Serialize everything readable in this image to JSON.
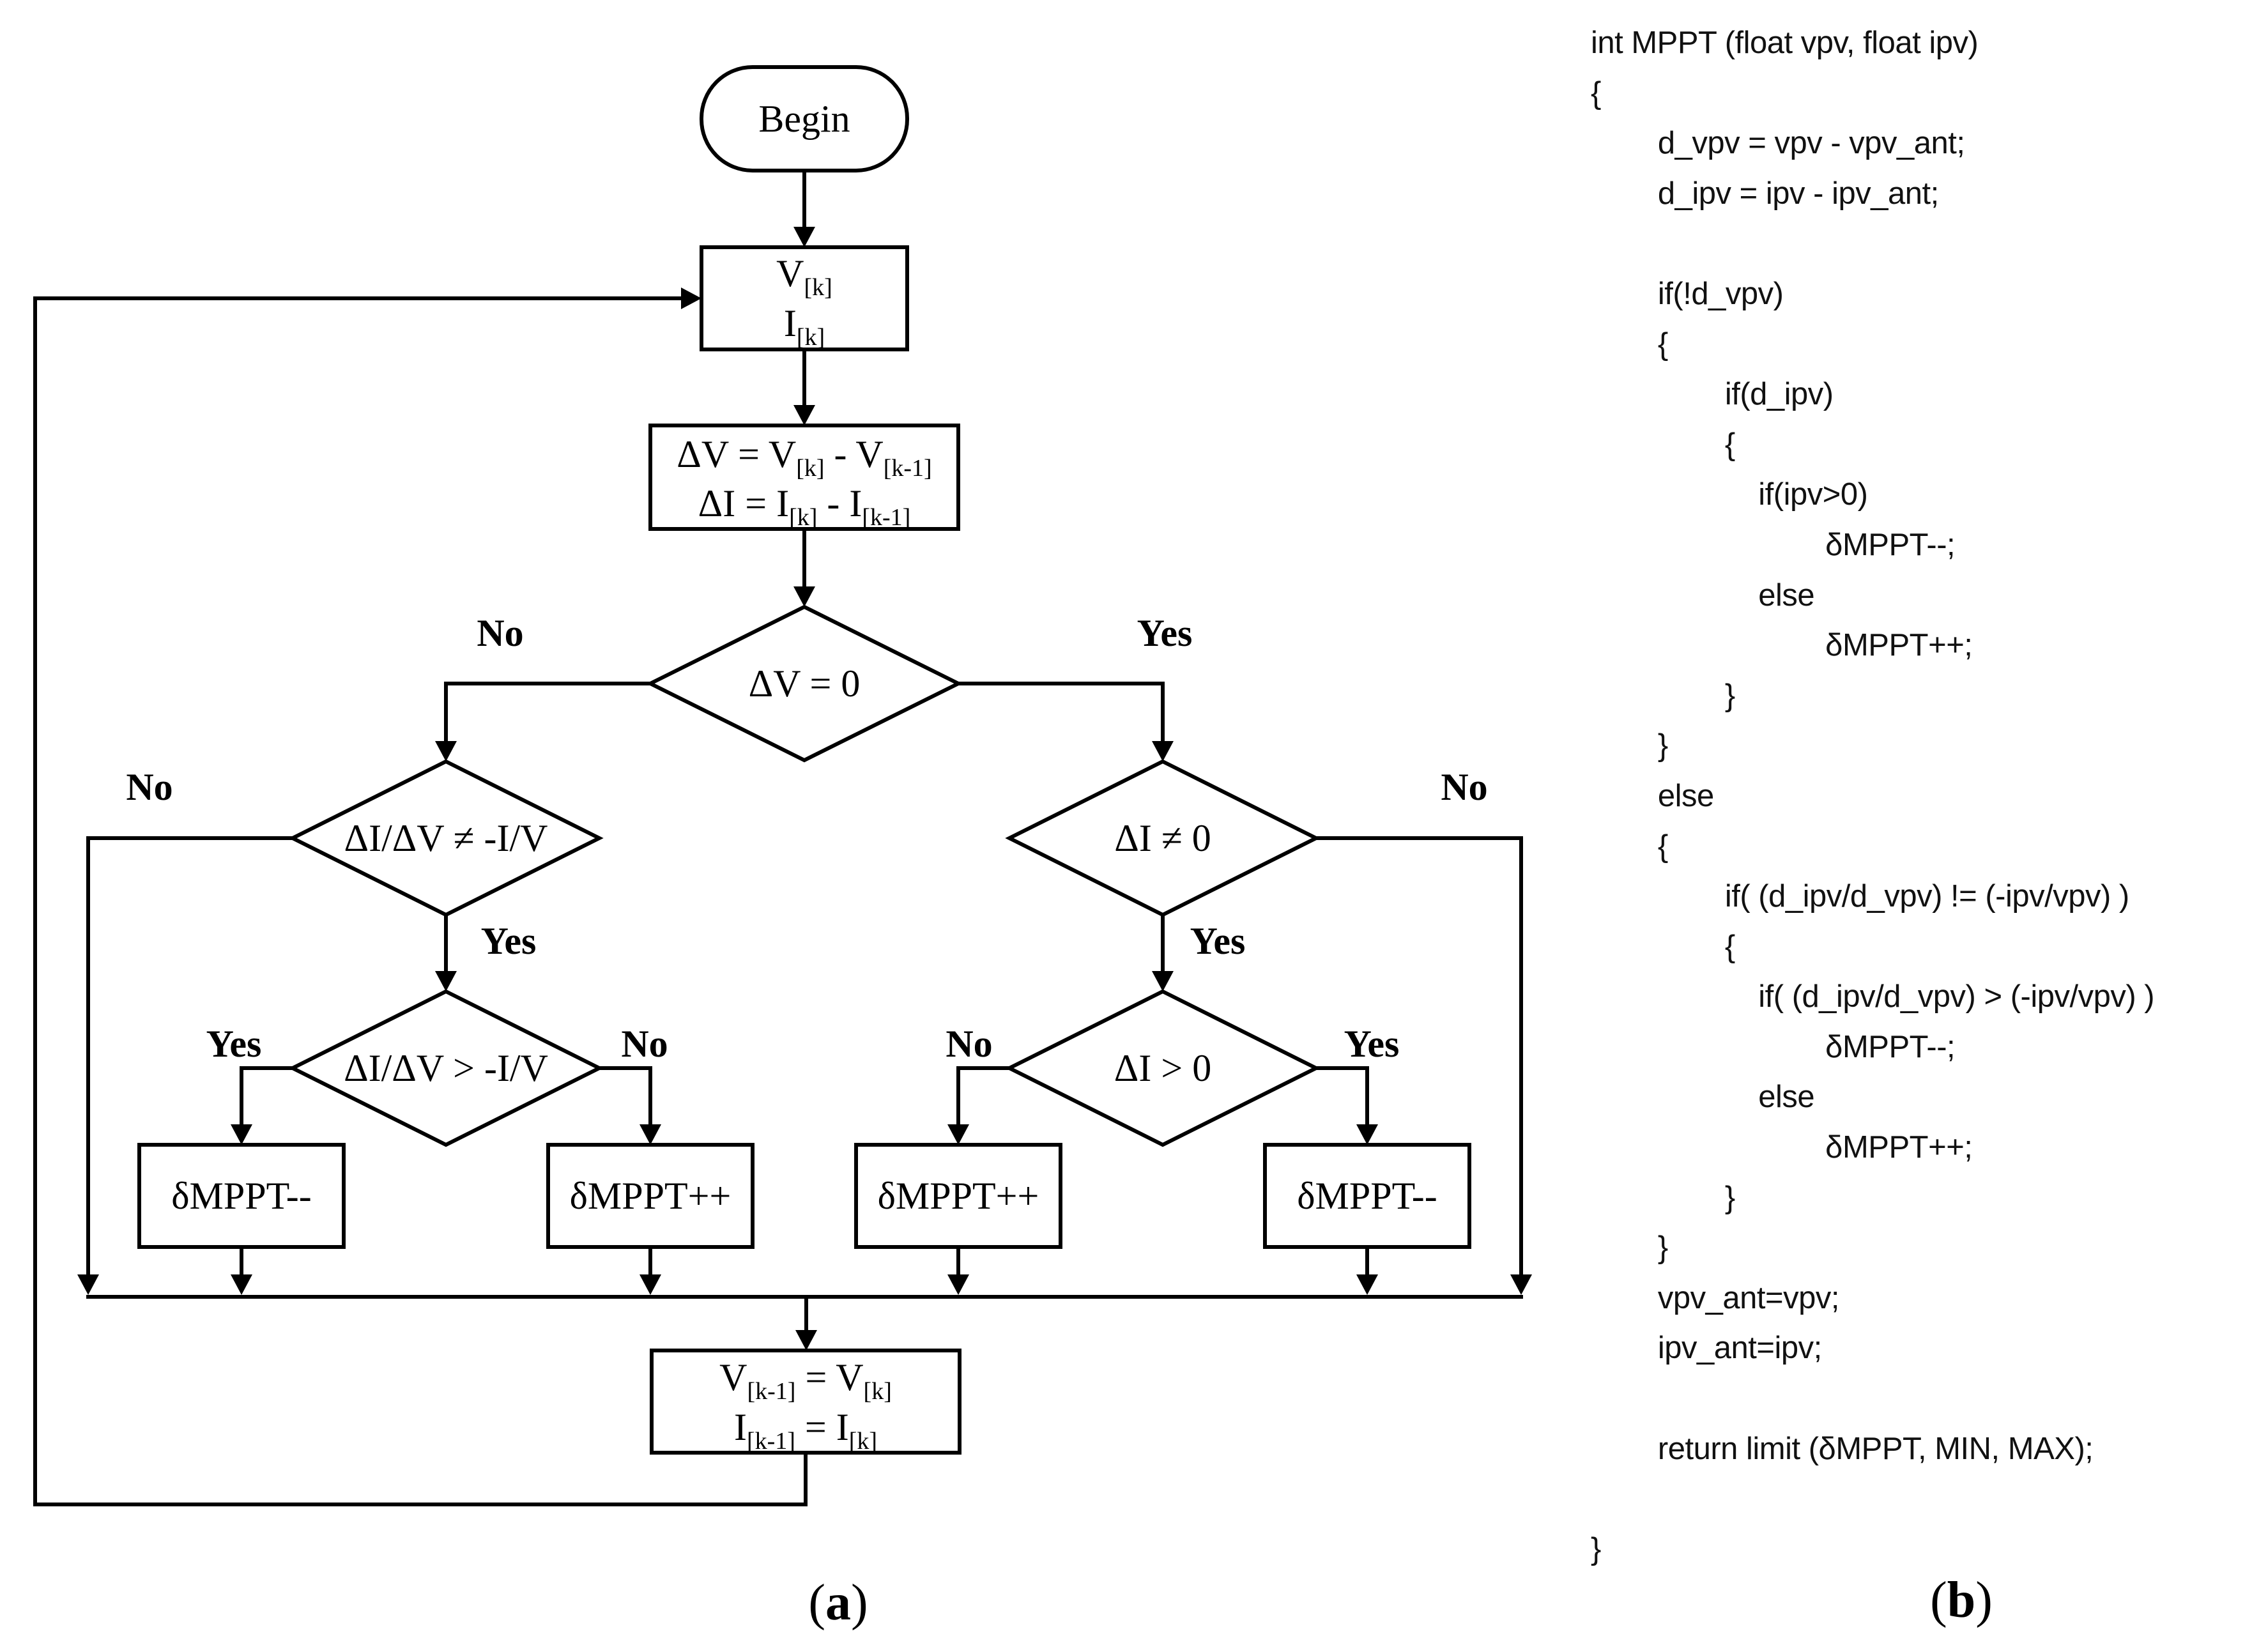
{
  "figure_a": {
    "begin": "Begin",
    "read": {
      "v": "V",
      "i": "I",
      "k": "[k]"
    },
    "delta": {
      "dv_lhs": "ΔV = V",
      "dv_k": "[k]",
      "dv_minus": " - V",
      "dv_k1": "[k-1]",
      "di_lhs": "ΔI = I",
      "di_k": "[k]",
      "di_minus": " - I",
      "di_k1": "[k-1]"
    },
    "cond_dv": "ΔV = 0",
    "cond_neq": "ΔI/ΔV ≠  -I/V",
    "cond_gt": "ΔI/ΔV > -I/V",
    "cond_di_neq": "ΔI ≠  0",
    "cond_di_gt": "ΔI > 0",
    "dec": "δMPPT--",
    "inc": "δMPPT++",
    "update": {
      "v": "V",
      "k1": "[k-1]",
      "eq_v": " = V",
      "k": "[k]",
      "i": "I",
      "eq_i": " = I"
    },
    "yes": "Yes",
    "no": "No",
    "caption": {
      "open": "(",
      "letter": "a",
      "close": ")"
    }
  },
  "figure_b": {
    "code": [
      "int MPPT (float vpv, float ipv)",
      "{",
      "        d_vpv = vpv - vpv_ant;",
      "        d_ipv = ipv - ipv_ant;",
      "",
      "        if(!d_vpv)",
      "        {",
      "                if(d_ipv)",
      "                {",
      "                    if(ipv>0)",
      "                            δMPPT--;",
      "                    else",
      "                            δMPPT++;",
      "                }",
      "        }",
      "        else",
      "        {",
      "                if( (d_ipv/d_vpv) != (-ipv/vpv) )",
      "                {",
      "                    if( (d_ipv/d_vpv) > (-ipv/vpv) )",
      "                            δMPPT--;",
      "                    else",
      "                            δMPPT++;",
      "                }",
      "        }",
      "        vpv_ant=vpv;",
      "        ipv_ant=ipv;",
      "",
      "        return limit (δMPPT, MIN, MAX);",
      "",
      "}"
    ],
    "caption": {
      "open": "(",
      "letter": "b",
      "close": ")"
    }
  }
}
